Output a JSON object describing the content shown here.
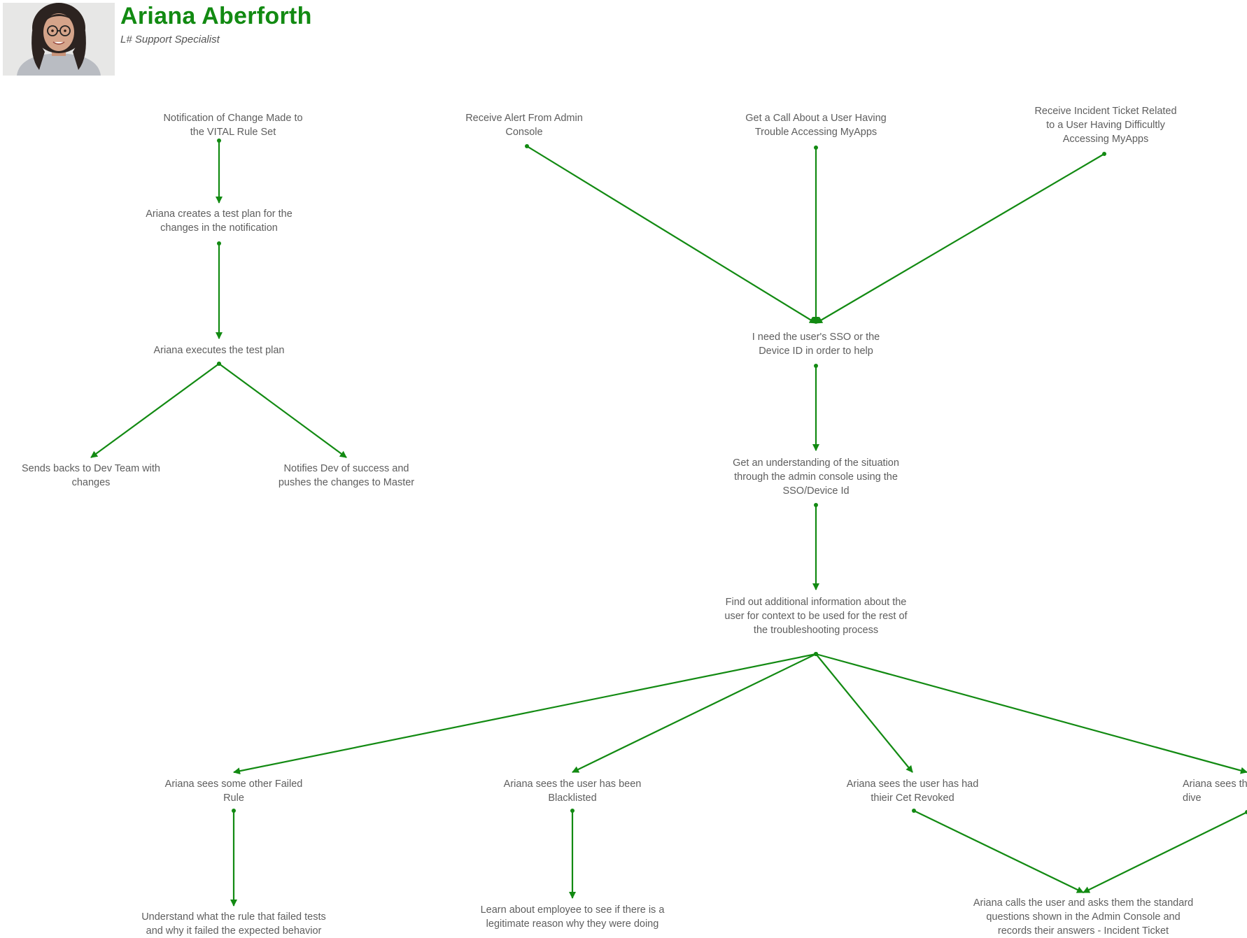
{
  "header": {
    "name": "Ariana Aberforth",
    "role": "L# Support Specialist"
  },
  "colors": {
    "accent": "#128a12",
    "text": "#5e5e5e"
  },
  "diagram": {
    "nodes": [
      {
        "id": "n1",
        "lines": [
          "Notification of Change Made to",
          "the VITAL Rule Set"
        ]
      },
      {
        "id": "n2",
        "lines": [
          "Ariana creates a test plan for the",
          "changes in the notification"
        ]
      },
      {
        "id": "n3",
        "lines": [
          "Ariana executes the test plan"
        ]
      },
      {
        "id": "n4",
        "lines": [
          "Sends backs to Dev Team with",
          "changes"
        ]
      },
      {
        "id": "n5",
        "lines": [
          "Notifies Dev of success and",
          "pushes the changes to Master"
        ]
      },
      {
        "id": "n6",
        "lines": [
          "Receive Alert From Admin",
          "Console"
        ]
      },
      {
        "id": "n7",
        "lines": [
          "Get a Call About a User Having",
          "Trouble Accessing MyApps"
        ]
      },
      {
        "id": "n8",
        "lines": [
          "Receive Incident Ticket Related",
          "to a User Having Difficultly",
          "Accessing MyApps"
        ]
      },
      {
        "id": "n9",
        "lines": [
          "I need the user's SSO or the",
          "Device ID in order to help"
        ]
      },
      {
        "id": "n10",
        "lines": [
          "Get an understanding of the situation",
          "through the admin console using the",
          "SSO/Device Id"
        ]
      },
      {
        "id": "n11",
        "lines": [
          "Find out additional information about the",
          "user for context to be used for the rest of",
          "the troubleshooting process"
        ]
      },
      {
        "id": "n12",
        "lines": [
          "Ariana sees some other Failed",
          "Rule"
        ]
      },
      {
        "id": "n13",
        "lines": [
          "Ariana sees the user has been",
          "Blacklisted"
        ]
      },
      {
        "id": "n14",
        "lines": [
          "Ariana sees the user has had",
          "thieir Cet Revoked"
        ]
      },
      {
        "id": "n15",
        "lines": [
          "Ariana sees th",
          "dive"
        ]
      },
      {
        "id": "n16",
        "lines": [
          "Understand what the rule that failed tests",
          "and why it failed the expected behavior"
        ]
      },
      {
        "id": "n17",
        "lines": [
          "Learn about employee to see if there is a",
          "legitimate reason why they were doing"
        ]
      },
      {
        "id": "n18",
        "lines": [
          "Ariana calls the user and asks them the standard",
          "questions shown in the Admin Console and",
          "records their answers - Incident Ticket"
        ]
      }
    ],
    "edges": [
      {
        "from": "n1",
        "to": "n2"
      },
      {
        "from": "n2",
        "to": "n3"
      },
      {
        "from": "n3",
        "to": "n4"
      },
      {
        "from": "n3",
        "to": "n5"
      },
      {
        "from": "n6",
        "to": "n9"
      },
      {
        "from": "n7",
        "to": "n9"
      },
      {
        "from": "n8",
        "to": "n9"
      },
      {
        "from": "n9",
        "to": "n10"
      },
      {
        "from": "n10",
        "to": "n11"
      },
      {
        "from": "n11",
        "to": "n12"
      },
      {
        "from": "n11",
        "to": "n13"
      },
      {
        "from": "n11",
        "to": "n14"
      },
      {
        "from": "n11",
        "to": "n15"
      },
      {
        "from": "n12",
        "to": "n16"
      },
      {
        "from": "n13",
        "to": "n17"
      },
      {
        "from": "n14",
        "to": "n18"
      },
      {
        "from": "n15",
        "to": "n18"
      }
    ]
  }
}
